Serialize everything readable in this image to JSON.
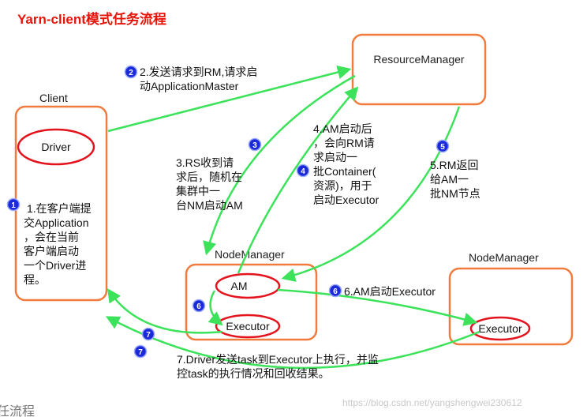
{
  "title": "Yarn-client模式任务流程",
  "nodes": {
    "client": {
      "label": "Client"
    },
    "driver": {
      "label": "Driver"
    },
    "resource_manager": {
      "label": "ResourceManager"
    },
    "node_manager_1": {
      "label": "NodeManager"
    },
    "node_manager_2": {
      "label": "NodeManager"
    },
    "am": {
      "label": "AM"
    },
    "executor_1": {
      "label": "Executor"
    },
    "executor_2": {
      "label": "Executor"
    }
  },
  "steps": [
    {
      "num": "1",
      "lines": [
        "1.在客户端提",
        "交Application",
        "，会在当前",
        "客户端启动",
        "一个Driver进",
        "程。"
      ]
    },
    {
      "num": "2",
      "lines": [
        "2.发送请求到RM,请求启",
        "动ApplicationMaster"
      ]
    },
    {
      "num": "3",
      "lines": [
        "3.RS收到请",
        "求后，随机在",
        "集群中一",
        "台NM启动AM"
      ]
    },
    {
      "num": "4",
      "lines": [
        "4.AM启动后",
        "，会向RM请",
        "求启动一",
        "批Container(",
        "资源)，用于",
        "启动Executor"
      ]
    },
    {
      "num": "5",
      "lines": [
        "5.RM返回",
        "给AM一",
        "批NM节点"
      ]
    },
    {
      "num": "6",
      "lines": [
        "6.AM启动Executor"
      ]
    },
    {
      "num": "7",
      "lines": [
        "7.Driver发送task到Executor上执行，并监",
        "控task的执行情况和回收结果。"
      ]
    }
  ],
  "watermark": "https://blog.csdn.net/yangshengwei230612",
  "footer_fragment": "任流程",
  "colors": {
    "title": "#e8140a",
    "box_border": "#f07b3c",
    "ellipse": "#e4141e",
    "arrow": "#3ce35a",
    "badge": "#1a2ad8"
  }
}
